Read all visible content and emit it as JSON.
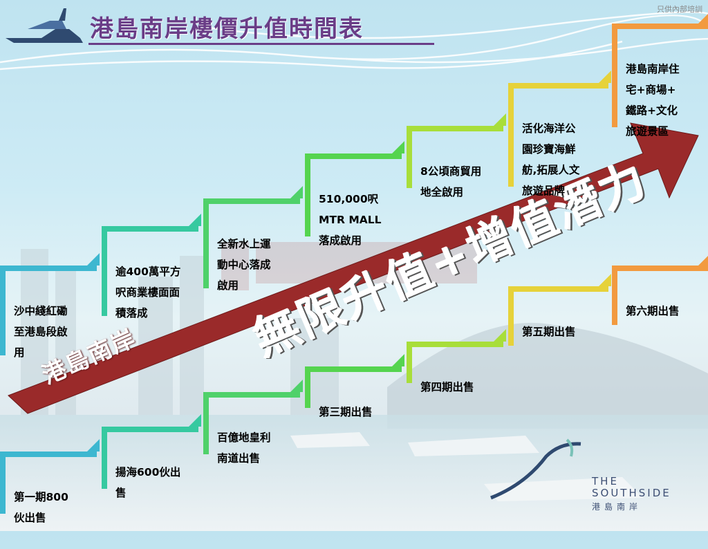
{
  "header": {
    "title": "港島南岸樓價升值時間表",
    "note": "只供內部培訓"
  },
  "arrow": {
    "left_text": "港島南岸",
    "main_text": "無限升值+增值潛力"
  },
  "brand": {
    "line1": "THE",
    "line2": "SOUTHSIDE",
    "chinese": "港島南岸"
  },
  "upper_steps": [
    {
      "label": "沙中綫紅磡\n至港島段啟\n用"
    },
    {
      "label": "逾400萬平方\n呎商業樓面面\n積落成"
    },
    {
      "label": "全新水上運\n動中心落成\n啟用"
    },
    {
      "label": "510,000呎\nMTR MALL\n落成啟用"
    },
    {
      "label": "8公頃商貿用\n地全啟用"
    },
    {
      "label": "活化海洋公\n園珍寶海鮮\n舫,拓展人文\n旅遊品牌"
    },
    {
      "label": "港島南岸住\n宅+商場+\n鐵路+文化\n旅遊景區"
    }
  ],
  "lower_steps": [
    {
      "label": "第一期800\n伙出售"
    },
    {
      "label": "揚海600伙出\n售"
    },
    {
      "label": "百億地皇利\n南道出售"
    },
    {
      "label": "第三期出售"
    },
    {
      "label": "第四期出售"
    },
    {
      "label": "第五期出售"
    },
    {
      "label": "第六期出售"
    }
  ],
  "colors": {
    "title": "#6a3d87",
    "arrow": "#9a2a2a",
    "step_blue": "#3db7d0",
    "step_teal": "#36c9a0",
    "step_green": "#55d44f",
    "step_lime": "#a8de3a",
    "step_yellow": "#e6d23a",
    "step_orange": "#f29a3f"
  }
}
